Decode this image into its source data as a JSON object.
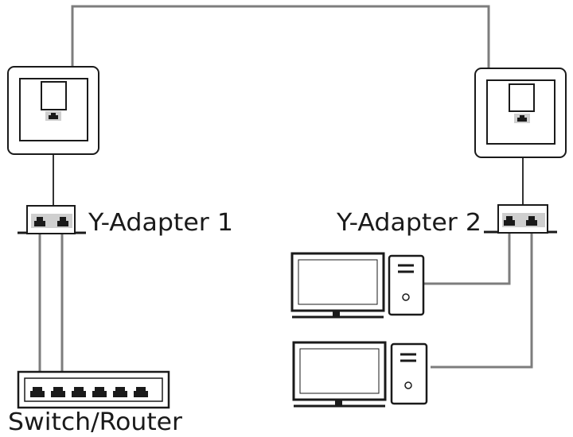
{
  "labels": {
    "y_adapter_1": "Y-Adapter 1",
    "y_adapter_2": "Y-Adapter 2",
    "switch_router": "Switch/Router"
  },
  "colors": {
    "cable": "#7d7d7d",
    "outline": "#1a1a1a",
    "fill": "#ffffff"
  },
  "icons": [
    "wall-socket-icon",
    "y-adapter-icon",
    "monitor-icon",
    "pc-tower-icon",
    "switch-icon",
    "rj45-port-icon"
  ]
}
